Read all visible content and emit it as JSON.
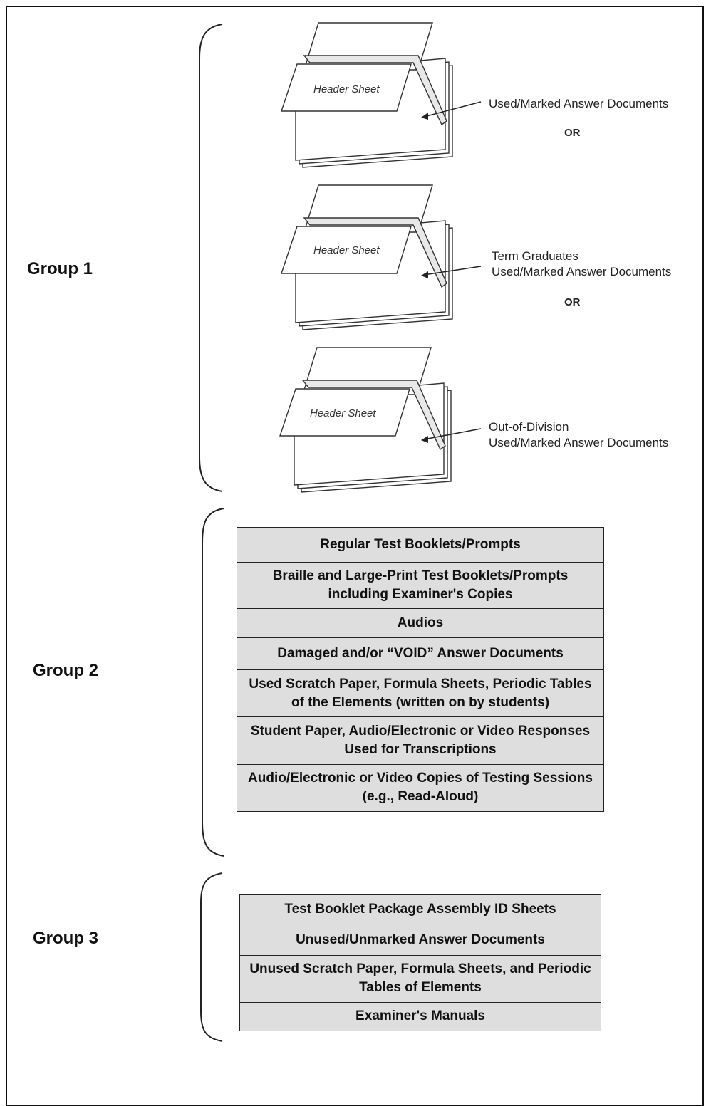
{
  "group1": {
    "label": "Group 1",
    "stacks": [
      {
        "sheet_label": "Header Sheet",
        "callout_lines": [
          "Used/Marked Answer Documents"
        ],
        "or": "OR"
      },
      {
        "sheet_label": "Header Sheet",
        "callout_lines": [
          "Term Graduates",
          "Used/Marked Answer Documents"
        ],
        "or": "OR"
      },
      {
        "sheet_label": "Header Sheet",
        "callout_lines": [
          "Out-of-Division",
          "Used/Marked Answer Documents"
        ]
      }
    ]
  },
  "group2": {
    "label": "Group 2",
    "items": [
      "Regular Test Booklets/Prompts",
      "Braille and Large-Print Test Booklets/Prompts including Examiner's Copies",
      "Audios",
      "Damaged and/or “VOID” Answer Documents",
      "Used Scratch Paper, Formula Sheets, Periodic Tables of the Elements (written on by students)",
      "Student Paper, Audio/Electronic or Video Responses Used for Transcriptions",
      "Audio/Electronic or Video Copies of Testing Sessions (e.g., Read-Aloud)"
    ]
  },
  "group3": {
    "label": "Group 3",
    "items": [
      "Test Booklet Package Assembly ID Sheets",
      "Unused/Unmarked Answer Documents",
      "Unused Scratch Paper, Formula Sheets, and Periodic Tables of Elements",
      "Examiner's Manuals"
    ]
  },
  "colors": {
    "box_fill": "#dedede",
    "line": "#222222"
  }
}
